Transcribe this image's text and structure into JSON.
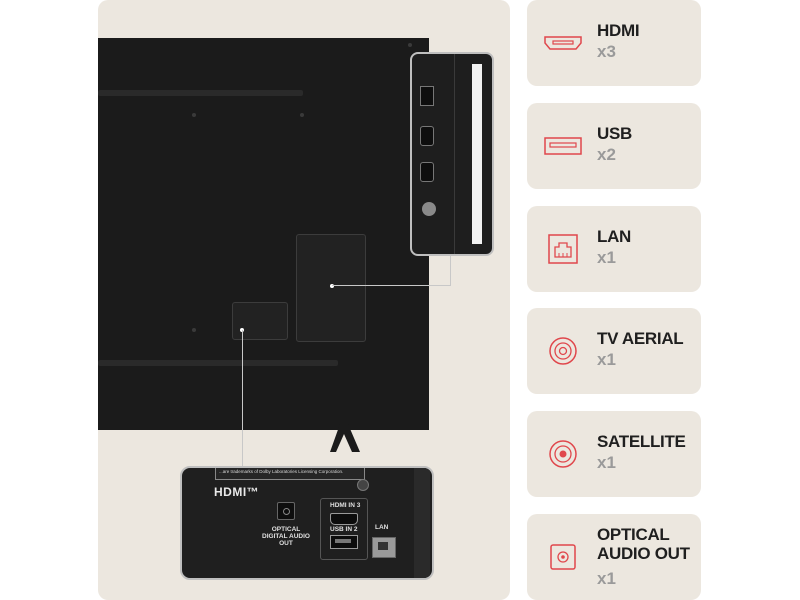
{
  "connectivity": [
    {
      "name": "HDMI",
      "count": "x3",
      "icon": "hdmi-icon"
    },
    {
      "name": "USB",
      "count": "x2",
      "icon": "usb-icon"
    },
    {
      "name": "LAN",
      "count": "x1",
      "icon": "lan-icon"
    },
    {
      "name": "TV AERIAL",
      "count": "x1",
      "icon": "tv-aerial-icon"
    },
    {
      "name": "SATELLITE",
      "count": "x1",
      "icon": "satellite-icon"
    },
    {
      "name": "OPTICAL AUDIO OUT",
      "count": "x1",
      "icon": "optical-audio-icon"
    }
  ],
  "ports_closeup": {
    "hdmi_logo": "HDMI™",
    "optical_label": "OPTICAL DIGITAL AUDIO OUT",
    "hdmi_in_label": "HDMI IN 3",
    "usb_in_label": "USB IN 2",
    "lan_label": "LAN",
    "legal_text": "...are trademarks of Dolby Laboratories Licensing Corporation."
  },
  "colors": {
    "card_background": "#ece7df",
    "icon_accent": "#e0474c",
    "title_text": "#1f1f1f",
    "count_text": "#9a9a9a"
  }
}
